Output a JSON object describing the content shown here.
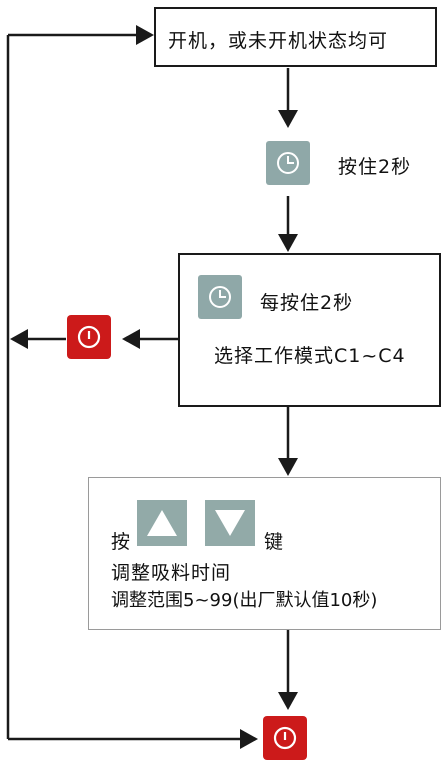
{
  "nodes": {
    "start": "开机，或未开机状态均可",
    "hold_2s": "按住2秒",
    "each_hold_2s": "每按住2秒",
    "select_mode": "选择工作模式C1~C4",
    "press": "按",
    "key": "键",
    "adjust_time": "调整吸料时间",
    "adjust_range": "调整范围5~99(出厂默认值10秒)"
  },
  "icons": {
    "clock": "clock-icon",
    "power": "power-icon",
    "up": "up-triangle-icon",
    "down": "down-triangle-icon"
  },
  "colors": {
    "clock_button": "#8fa8a8",
    "power_button": "#cc1a1a",
    "arrow_button": "#92aaa8",
    "line": "#1a1a1a"
  }
}
